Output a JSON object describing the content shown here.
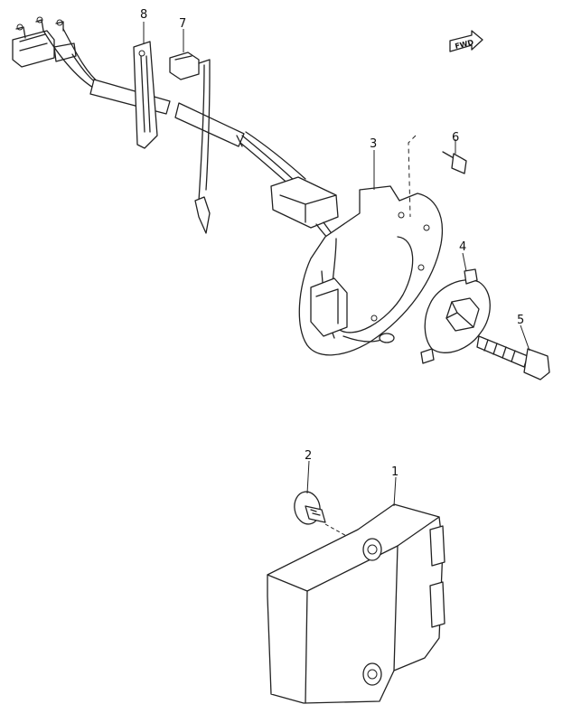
{
  "direction_badge": {
    "text": "FWD"
  },
  "callouts": [
    {
      "id": "8",
      "label": "8"
    },
    {
      "id": "7",
      "label": "7"
    },
    {
      "id": "6",
      "label": "6"
    },
    {
      "id": "3",
      "label": "3"
    },
    {
      "id": "4",
      "label": "4"
    },
    {
      "id": "5",
      "label": "5"
    },
    {
      "id": "2",
      "label": "2"
    },
    {
      "id": "1",
      "label": "1"
    }
  ]
}
